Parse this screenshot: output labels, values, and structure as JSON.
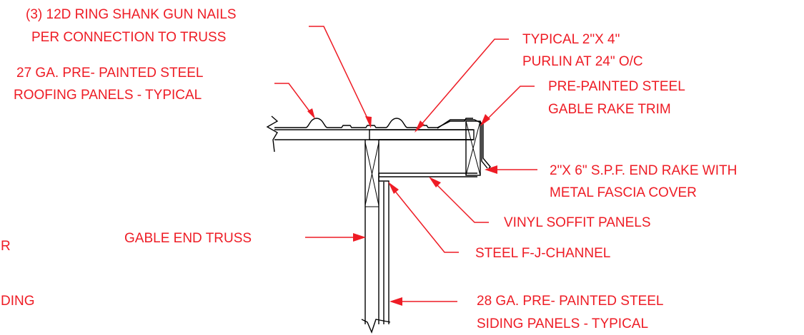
{
  "colors": {
    "label": "#ee1c25",
    "line": "#000000",
    "background": "#ffffff"
  },
  "callouts": [
    {
      "id": "nails",
      "lines": [
        "(3) 12D RING SHANK GUN NAILS",
        "PER CONNECTION TO TRUSS"
      ]
    },
    {
      "id": "roof-panels",
      "lines": [
        "27 GA. PRE- PAINTED STEEL",
        "ROOFING PANELS - TYPICAL"
      ]
    },
    {
      "id": "purlin",
      "lines": [
        "TYPICAL 2\"X 4\"",
        "PURLIN AT 24\" O/C"
      ]
    },
    {
      "id": "rake-trim",
      "lines": [
        "PRE-PAINTED STEEL",
        "GABLE RAKE TRIM"
      ]
    },
    {
      "id": "end-rake",
      "lines": [
        "2\"X 6\" S.P.F. END RAKE WITH",
        "METAL FASCIA COVER"
      ]
    },
    {
      "id": "soffit",
      "lines": [
        "VINYL SOFFIT PANELS"
      ]
    },
    {
      "id": "truss",
      "lines": [
        "GABLE END TRUSS"
      ]
    },
    {
      "id": "channel",
      "lines": [
        "STEEL F-J-CHANNEL"
      ]
    },
    {
      "id": "siding",
      "lines": [
        "28 GA. PRE- PAINTED STEEL",
        "SIDING PANELS - TYPICAL"
      ]
    }
  ],
  "cropped_fragments": [
    "R",
    "DING"
  ]
}
